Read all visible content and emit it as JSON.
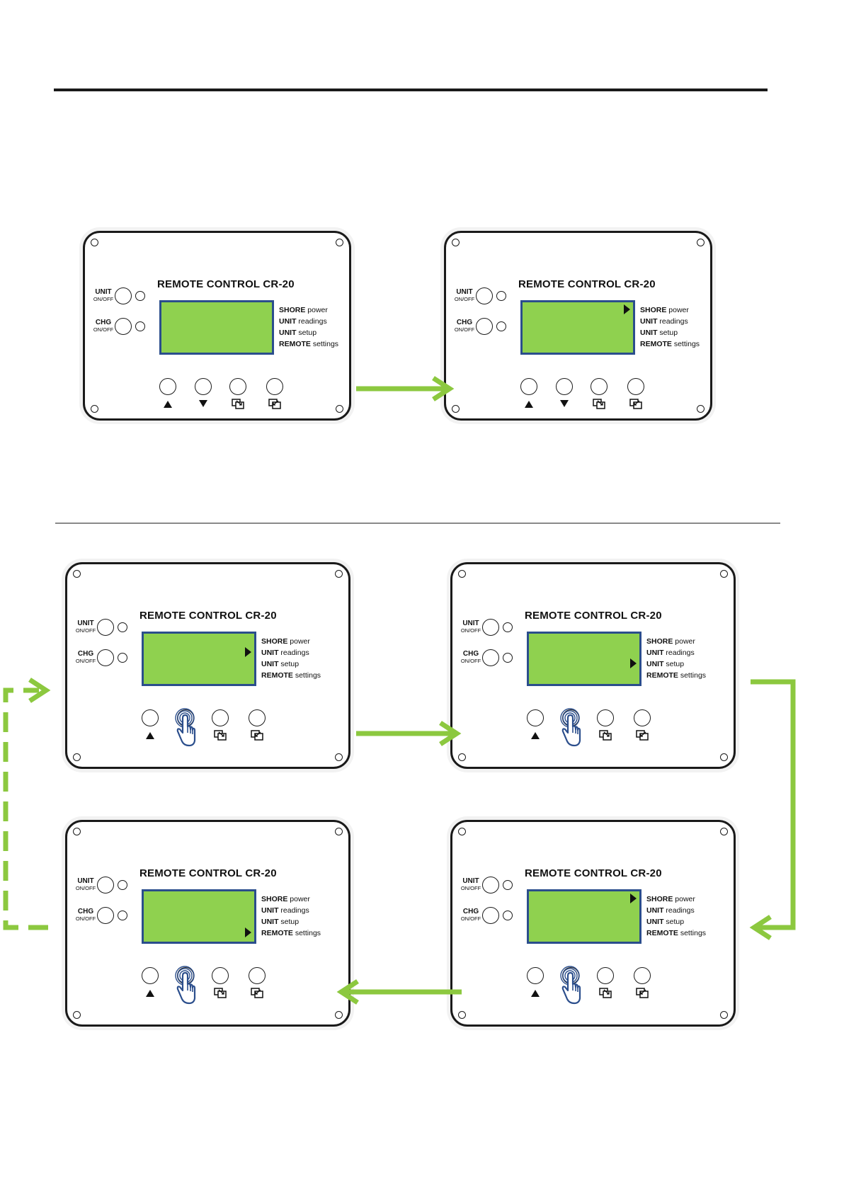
{
  "device": {
    "title": "REMOTE CONTROL CR-20",
    "unit_label": "UNIT",
    "chg_label": "CHG",
    "onoff_label": "ON/OFF",
    "menu": [
      {
        "bold": "SHORE",
        "rest": "power"
      },
      {
        "bold": "UNIT",
        "rest": "readings"
      },
      {
        "bold": "UNIT",
        "rest": "setup"
      },
      {
        "bold": "REMOTE",
        "rest": "settings"
      }
    ]
  },
  "panels": [
    {
      "id": "p1",
      "cursor_row": null,
      "pressed_key": null
    },
    {
      "id": "p2",
      "cursor_row": 0,
      "pressed_key": null
    },
    {
      "id": "p3",
      "cursor_row": 1,
      "pressed_key": "down"
    },
    {
      "id": "p4",
      "cursor_row": 2,
      "pressed_key": "down"
    },
    {
      "id": "p5",
      "cursor_row": 3,
      "pressed_key": "down"
    },
    {
      "id": "p6",
      "cursor_row": 0,
      "pressed_key": "down"
    }
  ],
  "colors": {
    "arrow": "#8cc83f",
    "lcd": "#8fd14f",
    "lcd_border": "#2b4e8c",
    "press_hand": "#2b4e8c"
  },
  "icons": {
    "up_key": "triangle-up-icon",
    "down_key": "triangle-down-icon",
    "key3": "swap-right-icon",
    "key4": "swap-left-icon",
    "press": "finger-press-icon"
  }
}
